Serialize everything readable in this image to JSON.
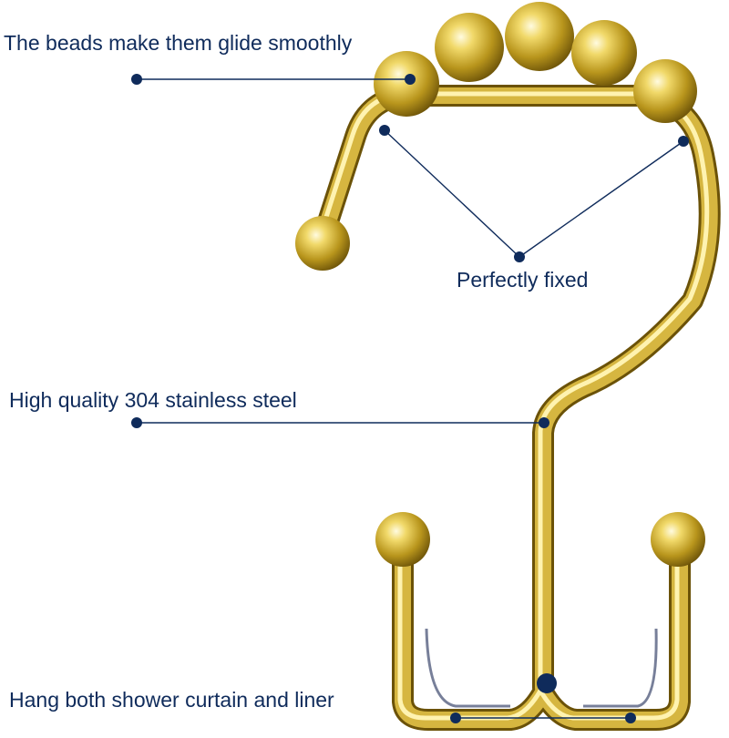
{
  "labels": {
    "beads": "The beads make them glide smoothly",
    "fixed": "Perfectly fixed",
    "steel": "High quality 304 stainless steel",
    "hang": "Hang both shower curtain and liner"
  },
  "colors": {
    "callout": "#0f2b5b",
    "gold_light": "#fff6bf",
    "gold_mid": "#e2c550",
    "gold_dark": "#8f6f10",
    "gold_shadow": "#6b5208",
    "background": "#ffffff"
  },
  "illustration": "gold-double-shower-curtain-hook-with-roller-beads"
}
